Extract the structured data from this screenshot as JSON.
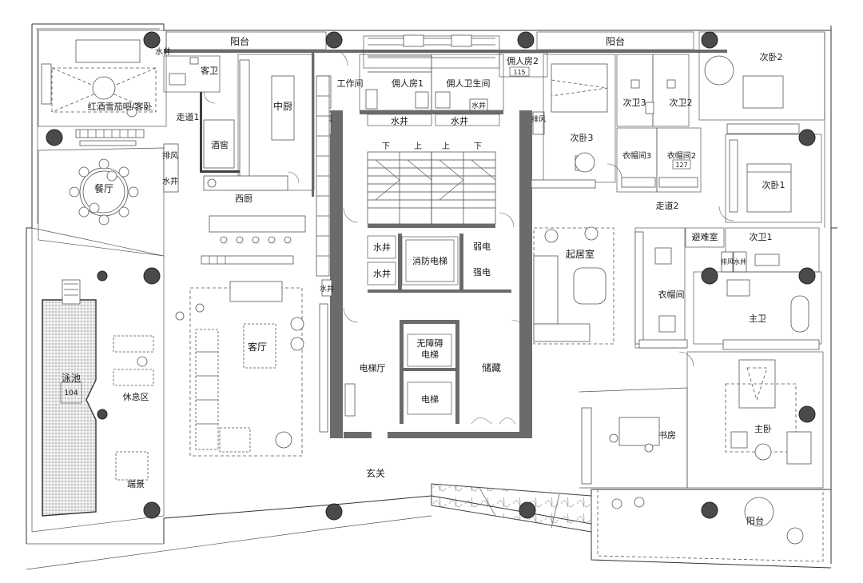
{
  "rooms": {
    "balcony_north_left": "阳台",
    "balcony_north_right": "阳台",
    "balcony_south": "阳台",
    "water_well_top": "水井",
    "guest_wc": "客卫",
    "red_wine_bar": "红酒雪茄吧/客卧",
    "chinese_kitchen": "中厨",
    "workroom": "工作间",
    "maid_room_1": "佣人房1",
    "maid_bath": "佣人卫生间",
    "maid_room_2": "佣人房2",
    "maid_room_2_area": "115",
    "corridor_1": "走道1",
    "wine_cellar": "酒窖",
    "smoke_exhaust": "排风",
    "water_shaft_left": "水井",
    "dining_room": "餐厅",
    "western_kitchen": "西厨",
    "water_shaft_a": "水井",
    "water_shaft_b": "水井",
    "stairs_down_1": "下",
    "stairs_up_1": "上",
    "stairs_up_2": "上",
    "stairs_down_2": "下",
    "exhaust_shaft_a": "排风",
    "exhaust_shaft_b": "排风",
    "water_core_1": "水井",
    "water_core_2": "水井",
    "fire_elevator": "消防电梯",
    "weak_current": "弱电",
    "strong_current": "强电",
    "water_shaft_living": "水井",
    "living_room": "客厅",
    "elevator_hall": "电梯厅",
    "accessible_elevator": "无障碍\n电梯",
    "elevator": "电梯",
    "storage": "储藏",
    "entrance": "玄关",
    "pool": "泳池",
    "pool_area": "104",
    "lounge": "休息区",
    "scenery": "端景",
    "bedroom_2": "次卧2",
    "bedroom_3": "次卧3",
    "bath_3": "次卫3",
    "bath_2": "次卫2",
    "closet_3": "衣帽间3",
    "closet_2": "衣帽间2",
    "closet_2_area": "127",
    "corridor_2": "走道2",
    "bedroom_1": "次卧1",
    "family_room": "起居室",
    "refuge_room": "避难室",
    "bath_1": "次卫1",
    "water_shaft_right": "水井",
    "exhaust_right": "排风",
    "master_closet": "衣帽间",
    "master_bath": "主卫",
    "master_bedroom": "主卧",
    "study": "书房"
  }
}
